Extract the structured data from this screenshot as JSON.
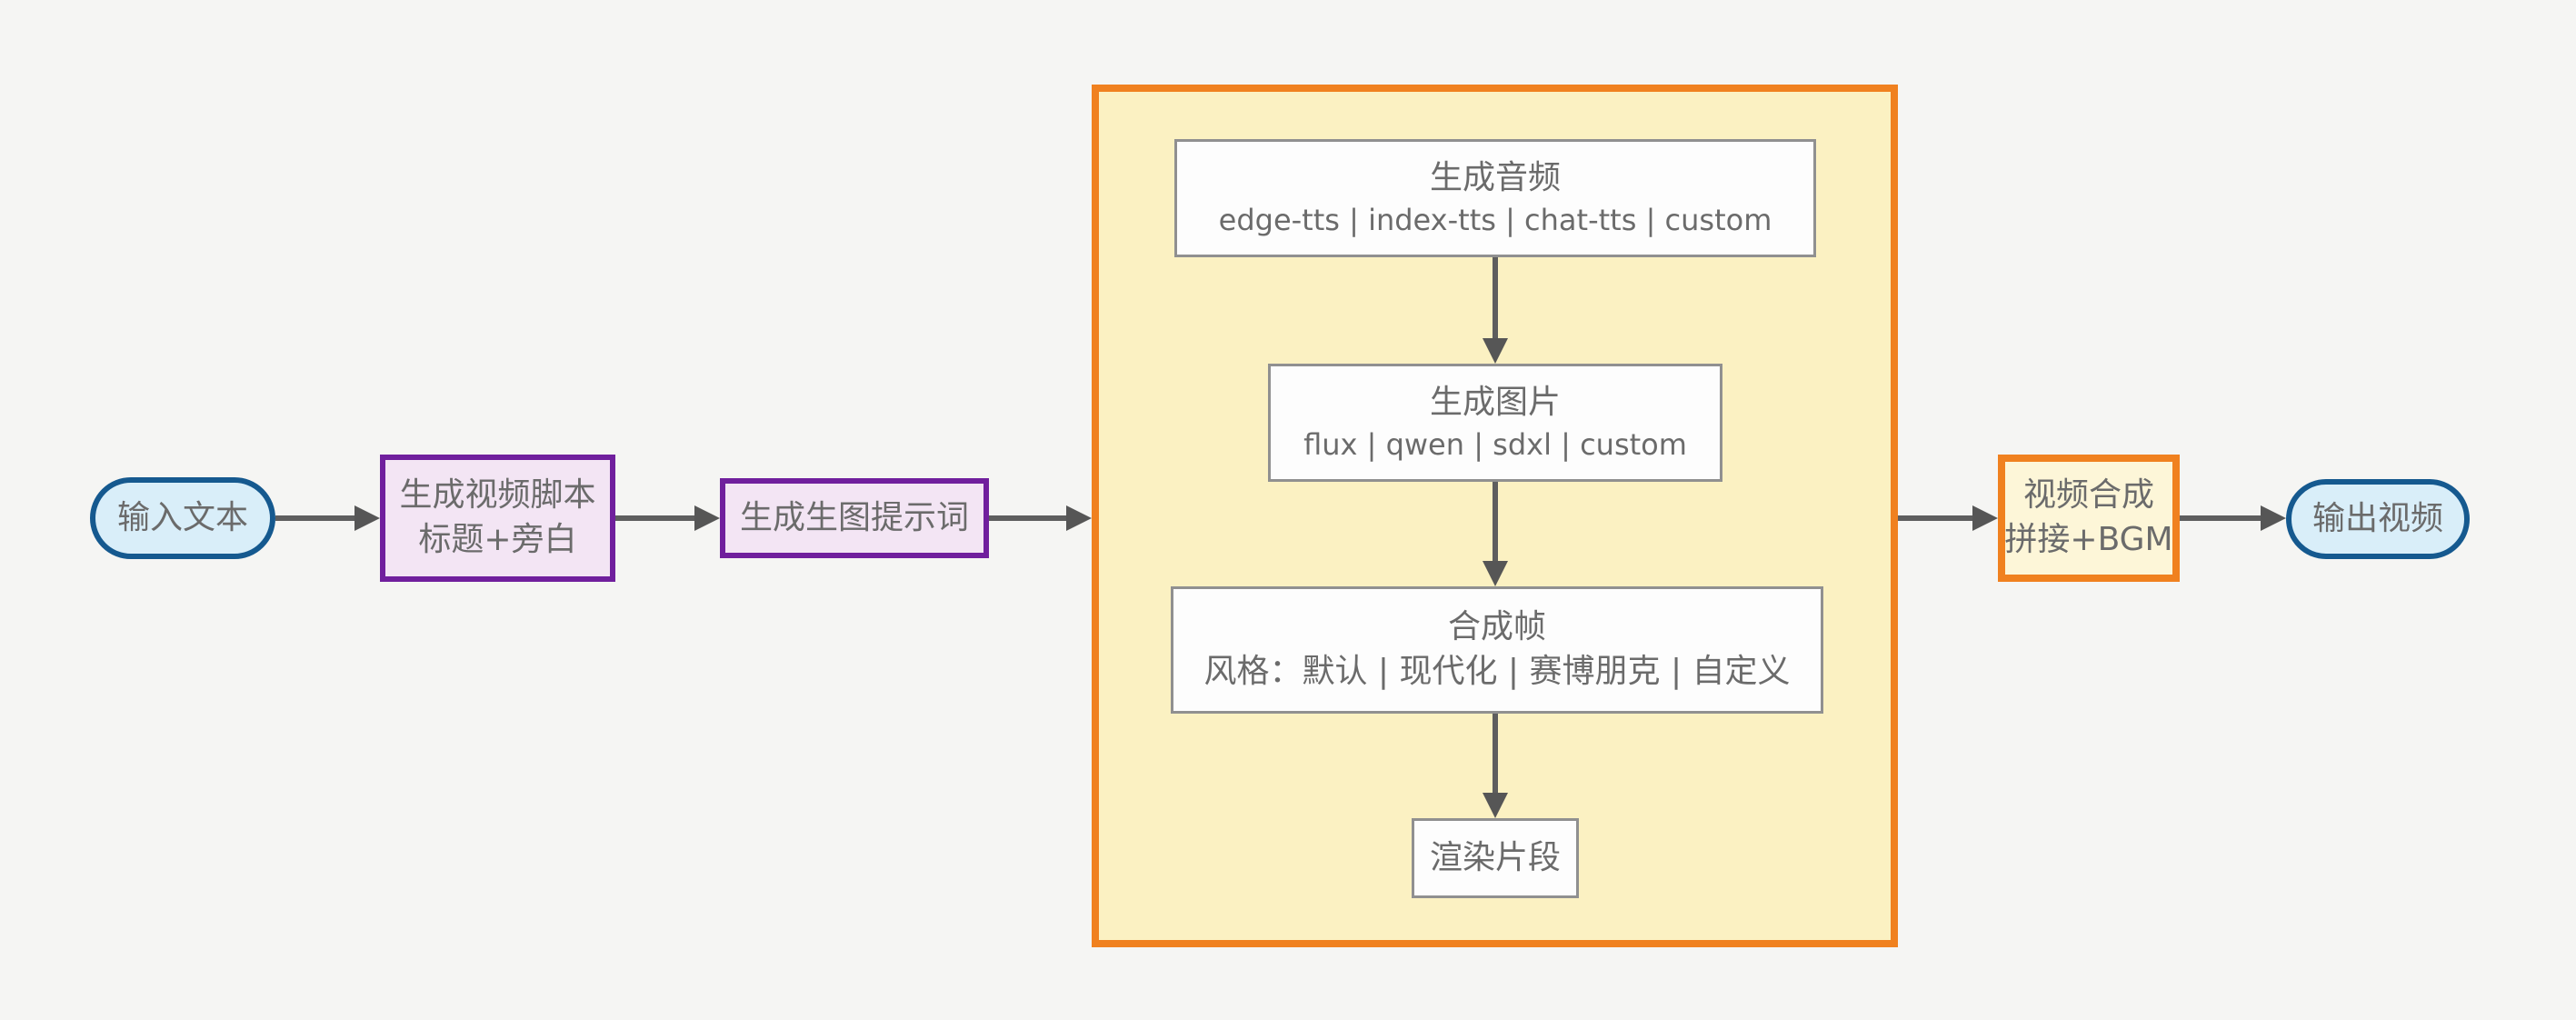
{
  "diagram": {
    "type": "flowchart",
    "background_color": "#f5f5f3",
    "colors": {
      "arrow": "#5e5e5e",
      "text": "#6b6b6b",
      "pill_border": "#15598f",
      "pill_fill": "#d9eef9",
      "purple_border": "#701f9d",
      "purple_fill": "#f3e5f4",
      "orange_border": "#f0811f",
      "container_fill": "#fbf1c2",
      "compose_fill": "#fdf6d8",
      "white_box_border": "#909090",
      "white_box_fill": "#fdfdfd"
    },
    "nodes": {
      "input": {
        "label": "输入文本",
        "shape": "pill"
      },
      "script": {
        "line1": "生成视频脚本",
        "line2": "标题+旁白",
        "shape": "purple-rect"
      },
      "prompt": {
        "label": "生成生图提示词",
        "shape": "purple-rect"
      },
      "batch_container": {
        "label": "",
        "shape": "orange-container"
      },
      "audio": {
        "title": "生成音频",
        "options": "edge-tts | index-tts | chat-tts | custom",
        "shape": "white-rect"
      },
      "image": {
        "title": "生成图片",
        "options": "flux | qwen | sdxl | custom",
        "shape": "white-rect"
      },
      "frame": {
        "title": "合成帧",
        "options": "风格：默认 | 现代化 | 赛博朋克 | 自定义",
        "shape": "white-rect"
      },
      "render": {
        "label": "渲染片段",
        "shape": "white-rect"
      },
      "compose": {
        "line1": "视频合成",
        "line2": "拼接+BGM",
        "shape": "orange-rect"
      },
      "output": {
        "label": "输出视频",
        "shape": "pill"
      }
    },
    "edges": [
      {
        "from": "input",
        "to": "script"
      },
      {
        "from": "script",
        "to": "prompt"
      },
      {
        "from": "prompt",
        "to": "batch_container"
      },
      {
        "from": "audio",
        "to": "image"
      },
      {
        "from": "image",
        "to": "frame"
      },
      {
        "from": "frame",
        "to": "render"
      },
      {
        "from": "batch_container",
        "to": "compose"
      },
      {
        "from": "compose",
        "to": "output"
      }
    ]
  }
}
